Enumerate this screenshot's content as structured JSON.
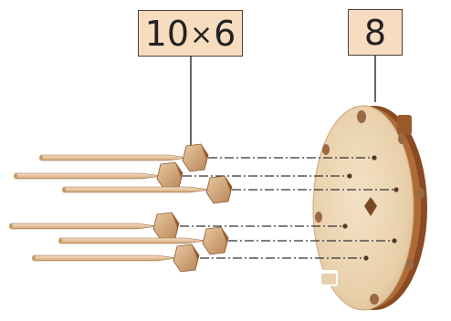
{
  "labels": {
    "pegs": {
      "count": "10",
      "times": "×",
      "qty": "6"
    },
    "disc": {
      "qty": "8"
    }
  },
  "colors": {
    "wood_light": "#ecd4b2",
    "wood_mid": "#d9b58c",
    "wood_dark": "#9a5a2c",
    "wood_edge": "#7a3f1a",
    "label_fill": "#f7dcc0",
    "line": "#333333"
  },
  "icons": {
    "pegs": "peg-with-hex-nut-icon",
    "disc": "round-wooden-disc-icon"
  }
}
